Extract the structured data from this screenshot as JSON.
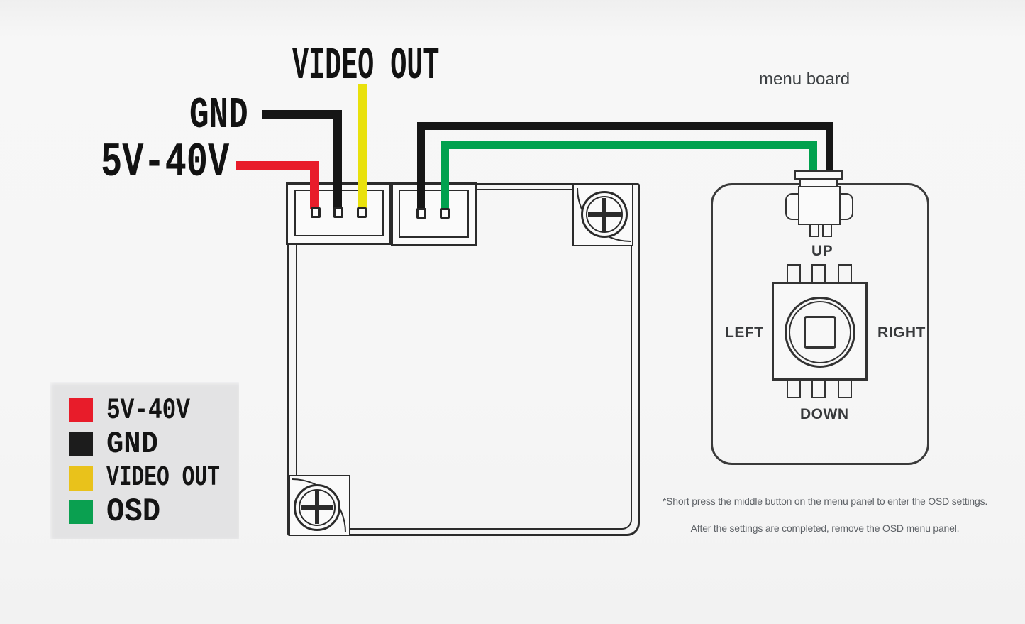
{
  "diagram": {
    "wire_labels": {
      "power": "5V-40V",
      "gnd": "GND",
      "video": "VIDEO OUT"
    },
    "wire_colors": {
      "power": "#e81c2a",
      "gnd": "#161616",
      "video": "#e9e10c",
      "osd": "#00a14e"
    },
    "menu_board": {
      "title": "menu board",
      "up": "UP",
      "down": "DOWN",
      "left": "LEFT",
      "right": "RIGHT"
    },
    "legend": {
      "items": [
        {
          "label": "5V-40V",
          "color": "#e81c2a"
        },
        {
          "label": "GND",
          "color": "#1c1c1c"
        },
        {
          "label": "VIDEO OUT",
          "color": "#e9c21b"
        },
        {
          "label": "OSD",
          "color": "#0aa050"
        }
      ]
    },
    "notes": {
      "line1": "*Short press the middle button on the menu panel to enter the OSD settings.",
      "line2": "After the settings are completed, remove the OSD menu panel."
    }
  }
}
